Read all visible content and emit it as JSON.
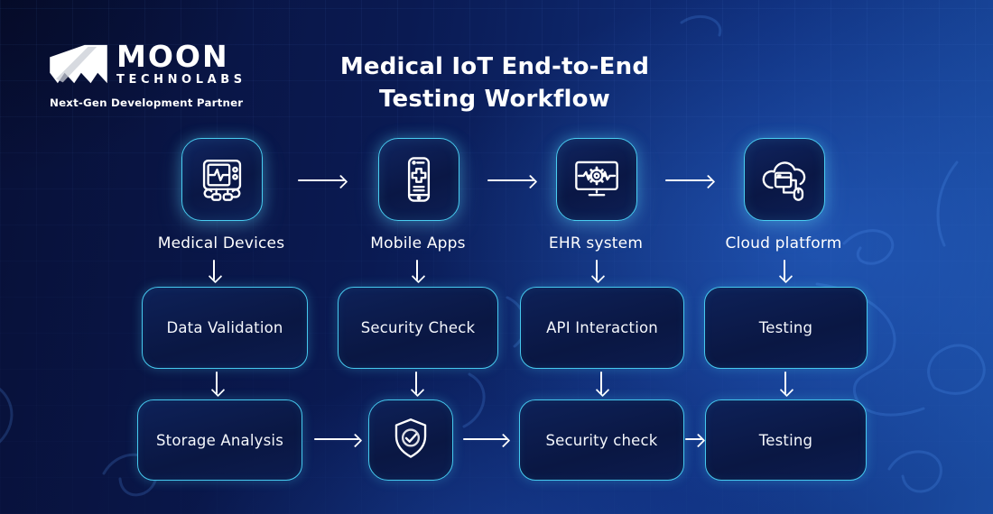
{
  "brand": {
    "name": "MOON",
    "subname": "TECHNOLABS",
    "tagline": "Next-Gen Development Partner",
    "logo_icon": "moon-technolabs-logo-icon"
  },
  "title": {
    "line1": "Medical IoT End-to-End",
    "line2": "Testing Workflow"
  },
  "colors": {
    "background_dark": "#081037",
    "background_light": "#1a4ba0",
    "tile_fill": "#0b1a48",
    "accent_cyan": "#49cdf1",
    "text": "#ffffff"
  },
  "stages": [
    {
      "icon": "ecg-monitor-icon",
      "label": "Medical Devices"
    },
    {
      "icon": "mobile-medical-app-icon",
      "label": "Mobile Apps"
    },
    {
      "icon": "ehr-monitor-gear-icon",
      "label": "EHR system"
    },
    {
      "icon": "cloud-platform-icon",
      "label": "Cloud platform"
    }
  ],
  "process_row": [
    "Data Validation",
    "Security Check",
    "API Interaction",
    "Testing"
  ],
  "final_row": {
    "col1": "Storage Analysis",
    "col2_icon": "shield-check-icon",
    "col3": "Security check",
    "col4": "Testing"
  }
}
